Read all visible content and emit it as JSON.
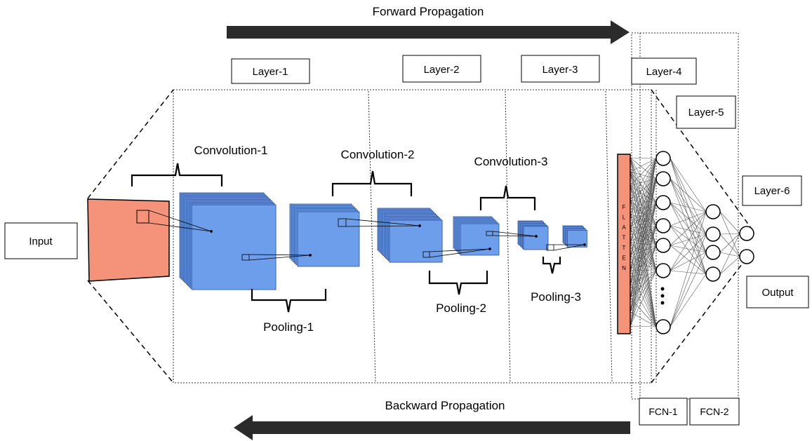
{
  "arrows": {
    "forward": "Forward Propagation",
    "backward": "Backward Propagation"
  },
  "layers": {
    "l1": "Layer-1",
    "l2": "Layer-2",
    "l3": "Layer-3",
    "l4": "Layer-4",
    "l5": "Layer-5",
    "l6": "Layer-6"
  },
  "io": {
    "input": "Input",
    "output": "Output"
  },
  "ops": {
    "conv1": "Convolution-1",
    "conv2": "Convolution-2",
    "conv3": "Convolution-3",
    "pool1": "Pooling-1",
    "pool2": "Pooling-2",
    "pool3": "Pooling-3"
  },
  "flatten": [
    "F",
    "L",
    "A",
    "T",
    "T",
    "E",
    "N"
  ],
  "fcn": {
    "fcn1": "FCN-1",
    "fcn2": "FCN-2"
  },
  "colors": {
    "input_fill": "#f4937a",
    "map_fill": "#6d9eeb",
    "map_edge": "#2b4f99",
    "flatten_fill": "#f4937a",
    "arrow": "#2b2b2b"
  }
}
